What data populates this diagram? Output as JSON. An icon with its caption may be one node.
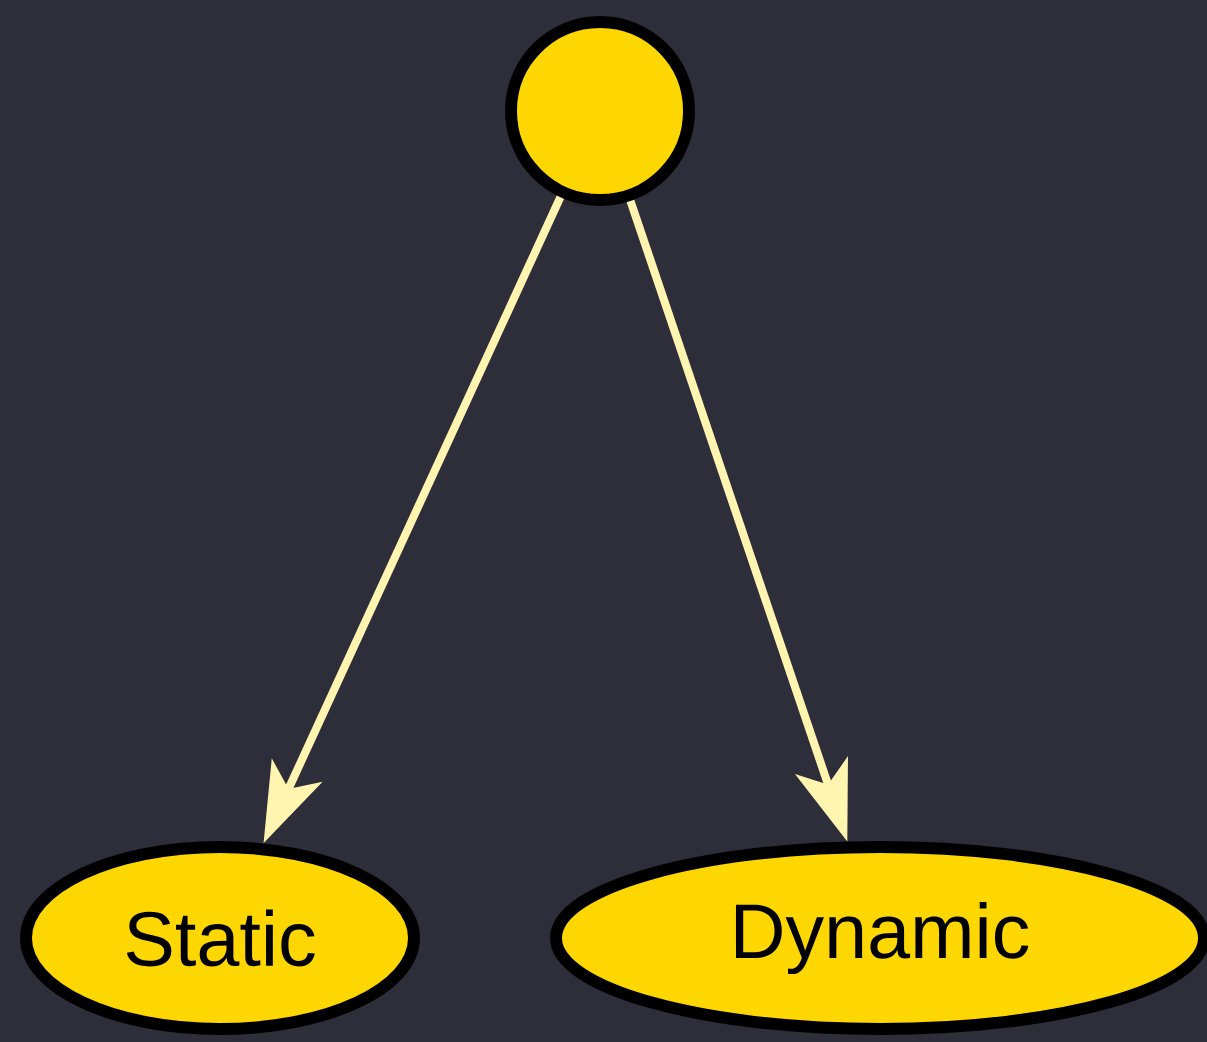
{
  "diagram": {
    "nodes": [
      {
        "text": [],
        "shape": "circle"
      },
      {
        "text": [
          "Static"
        ]
      },
      {
        "text": [
          "Dynamic"
        ]
      }
    ],
    "edges": [
      {
        "from": 0,
        "to": 1,
        "arrow": "to"
      },
      {
        "from": 0,
        "to": 2,
        "arrow": "to"
      }
    ]
  }
}
